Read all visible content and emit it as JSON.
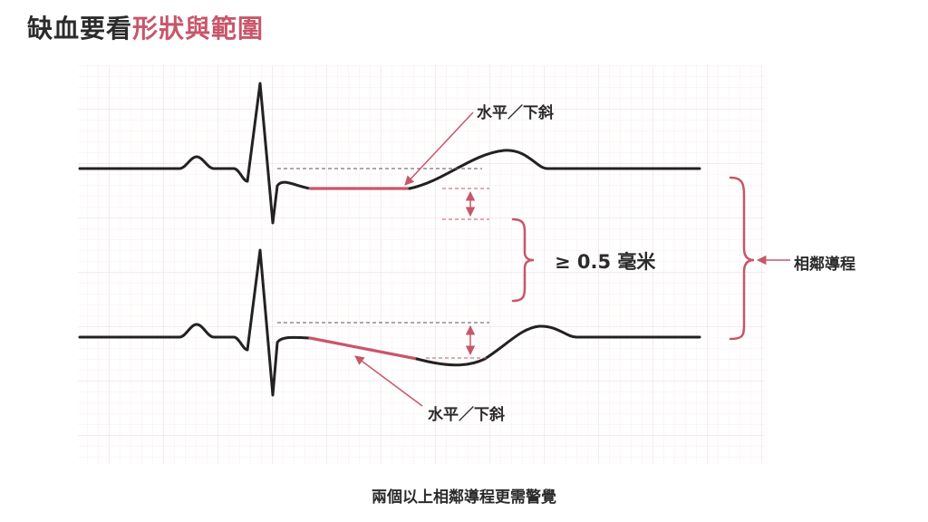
{
  "title": {
    "prefix": "缺血要看",
    "highlight": "形狀與範圍"
  },
  "labels": {
    "top_segment": "水平／下斜",
    "bottom_segment": "水平／下斜",
    "depression": "≥ 0.5 毫米",
    "contiguous": "相鄰導程"
  },
  "caption": "兩個以上相鄰導程更需警覺",
  "colors": {
    "accent": "#c8566a",
    "trace": "#222222",
    "grid": "#f3dde2"
  }
}
